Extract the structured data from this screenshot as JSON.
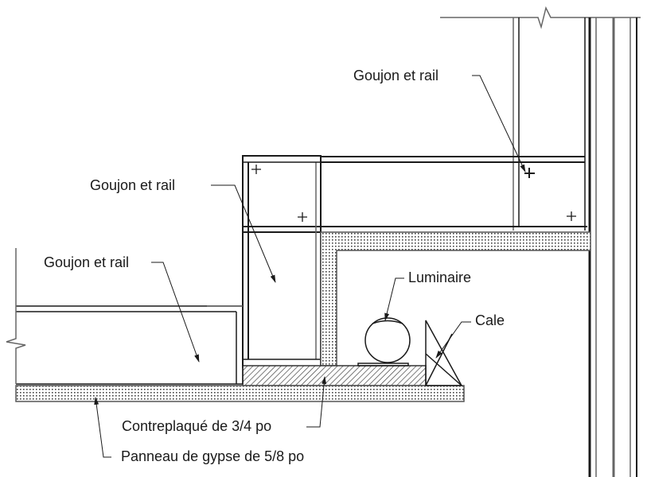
{
  "labels": {
    "stud_track_top": "Goujon et rail",
    "stud_track_middle": "Goujon et rail",
    "stud_track_left": "Goujon et rail",
    "luminaire": "Luminaire",
    "shim": "Cale",
    "plywood": "Contreplaqué de 3/4 po",
    "gypsum": "Panneau de gypse de 5/8 po"
  },
  "colors": {
    "line": "#1a1a1a",
    "secondary_line": "#666666"
  }
}
